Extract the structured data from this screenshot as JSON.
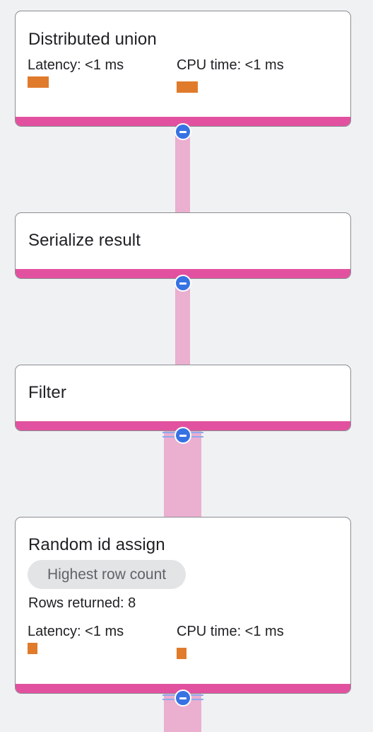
{
  "nodes": [
    {
      "title": "Distributed union",
      "latency_label": "Latency: <1 ms",
      "cpu_label": "CPU time: <1 ms"
    },
    {
      "title": "Serialize result"
    },
    {
      "title": "Filter"
    },
    {
      "title": "Random id assign",
      "badge": "Highest row count",
      "rows_returned": "Rows returned: 8",
      "latency_label": "Latency: <1 ms",
      "cpu_label": "CPU time: <1 ms"
    }
  ],
  "colors": {
    "node_accent": "#e2519f",
    "connector": "#ebafd0",
    "metric_bar": "#e07b2c",
    "collapse_button": "#3772e3",
    "background": "#f0f1f3"
  },
  "icons": {
    "collapse": "minus-circle-icon"
  }
}
